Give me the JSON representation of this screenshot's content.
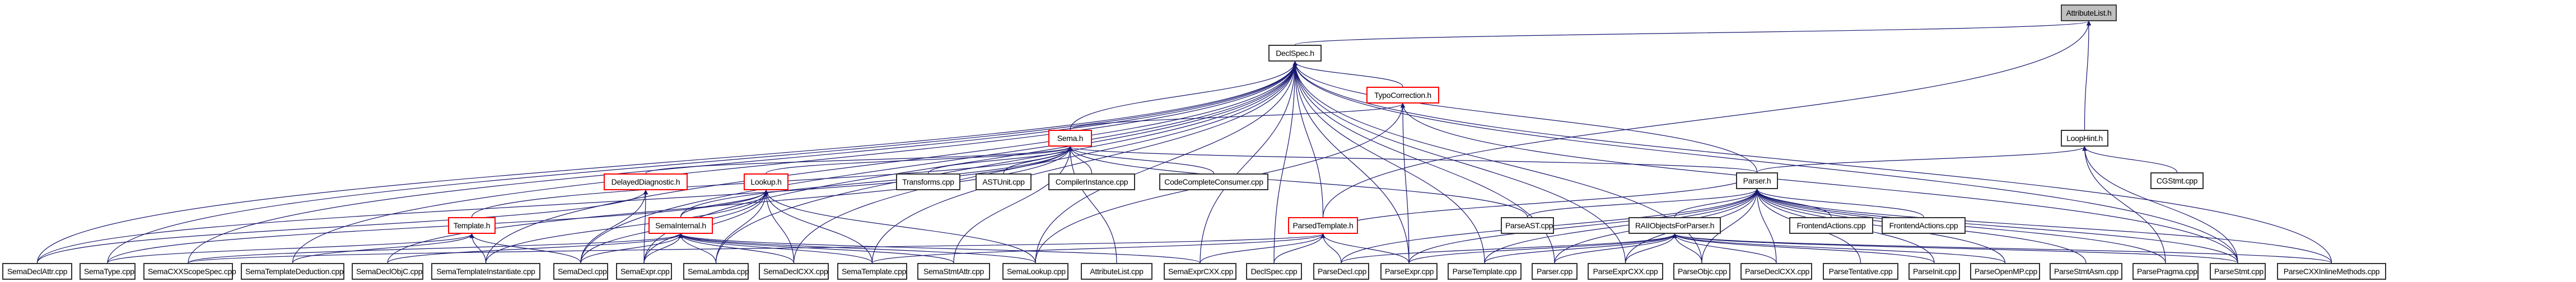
{
  "title": "AttributeList.h include dependency graph",
  "colors": {
    "edge": "#191970",
    "node_border": "#333333",
    "truncated_border": "#ff0000",
    "root_fill": "#bfbfbf"
  },
  "nodes": [
    {
      "id": "AttributeList_h",
      "label": "AttributeList.h",
      "style": "root"
    },
    {
      "id": "DeclSpec_h",
      "label": "DeclSpec.h",
      "style": "normal"
    },
    {
      "id": "TypoCorrection_h",
      "label": "TypoCorrection.h",
      "style": "red"
    },
    {
      "id": "LoopHint_h",
      "label": "LoopHint.h",
      "style": "normal"
    },
    {
      "id": "Sema_h",
      "label": "Sema.h",
      "style": "red"
    },
    {
      "id": "Parser_h",
      "label": "Parser.h",
      "style": "normal"
    },
    {
      "id": "CGStmt_cpp",
      "label": "CGStmt.cpp",
      "style": "normal"
    },
    {
      "id": "DelayedDiagnostic_h",
      "label": "DelayedDiagnostic.h",
      "style": "red"
    },
    {
      "id": "Lookup_h",
      "label": "Lookup.h",
      "style": "red"
    },
    {
      "id": "Transforms_cpp",
      "label": "Transforms.cpp",
      "style": "normal"
    },
    {
      "id": "ASTUnit_cpp",
      "label": "ASTUnit.cpp",
      "style": "normal"
    },
    {
      "id": "CompilerInstance_cpp",
      "label": "CompilerInstance.cpp",
      "style": "normal"
    },
    {
      "id": "CodeCompleteConsumer_cpp",
      "label": "CodeCompleteConsumer.cpp",
      "style": "normal"
    },
    {
      "id": "FrontendActions_cpp_1",
      "label": "FrontendActions.cpp",
      "style": "normal"
    },
    {
      "id": "FrontendActions_cpp_2",
      "label": "FrontendActions.cpp",
      "style": "normal"
    },
    {
      "id": "Template_h",
      "label": "Template.h",
      "style": "red"
    },
    {
      "id": "SemaInternal_h",
      "label": "SemaInternal.h",
      "style": "red"
    },
    {
      "id": "ParsedTemplate_h",
      "label": "ParsedTemplate.h",
      "style": "red"
    },
    {
      "id": "ParseAST_cpp",
      "label": "ParseAST.cpp",
      "style": "normal"
    },
    {
      "id": "RAIIObjectsForParser_h",
      "label": "RAIIObjectsForParser.h",
      "style": "normal"
    },
    {
      "id": "SemaDeclAttr_cpp",
      "label": "SemaDeclAttr.cpp",
      "style": "normal"
    },
    {
      "id": "SemaType_cpp",
      "label": "SemaType.cpp",
      "style": "normal"
    },
    {
      "id": "SemaCXXScopeSpec_cpp",
      "label": "SemaCXXScopeSpec.cpp",
      "style": "normal"
    },
    {
      "id": "SemaTemplateDeduction_cpp",
      "label": "SemaTemplateDeduction.cpp",
      "style": "normal"
    },
    {
      "id": "SemaDeclObjC_cpp",
      "label": "SemaDeclObjC.cpp",
      "style": "normal"
    },
    {
      "id": "SemaTemplateInstantiate_cpp",
      "label": "SemaTemplateInstantiate.cpp",
      "style": "normal"
    },
    {
      "id": "SemaDecl_cpp",
      "label": "SemaDecl.cpp",
      "style": "normal"
    },
    {
      "id": "SemaExpr_cpp",
      "label": "SemaExpr.cpp",
      "style": "normal"
    },
    {
      "id": "SemaLambda_cpp",
      "label": "SemaLambda.cpp",
      "style": "normal"
    },
    {
      "id": "SemaDeclCXX_cpp",
      "label": "SemaDeclCXX.cpp",
      "style": "normal"
    },
    {
      "id": "SemaTemplate_cpp",
      "label": "SemaTemplate.cpp",
      "style": "normal"
    },
    {
      "id": "SemaStmtAttr_cpp",
      "label": "SemaStmtAttr.cpp",
      "style": "normal"
    },
    {
      "id": "SemaLookup_cpp",
      "label": "SemaLookup.cpp",
      "style": "normal"
    },
    {
      "id": "AttributeList_cpp",
      "label": "AttributeList.cpp",
      "style": "normal"
    },
    {
      "id": "SemaExprCXX_cpp",
      "label": "SemaExprCXX.cpp",
      "style": "normal"
    },
    {
      "id": "DeclSpec_cpp",
      "label": "DeclSpec.cpp",
      "style": "normal"
    },
    {
      "id": "ParseDecl_cpp",
      "label": "ParseDecl.cpp",
      "style": "normal"
    },
    {
      "id": "ParseExpr_cpp",
      "label": "ParseExpr.cpp",
      "style": "normal"
    },
    {
      "id": "ParseTemplate_cpp",
      "label": "ParseTemplate.cpp",
      "style": "normal"
    },
    {
      "id": "Parser_cpp",
      "label": "Parser.cpp",
      "style": "normal"
    },
    {
      "id": "ParseExprCXX_cpp",
      "label": "ParseExprCXX.cpp",
      "style": "normal"
    },
    {
      "id": "ParseObjc_cpp",
      "label": "ParseObjc.cpp",
      "style": "normal"
    },
    {
      "id": "ParseDeclCXX_cpp",
      "label": "ParseDeclCXX.cpp",
      "style": "normal"
    },
    {
      "id": "ParseTentative_cpp",
      "label": "ParseTentative.cpp",
      "style": "normal"
    },
    {
      "id": "ParseInit_cpp",
      "label": "ParseInit.cpp",
      "style": "normal"
    },
    {
      "id": "ParseOpenMP_cpp",
      "label": "ParseOpenMP.cpp",
      "style": "normal"
    },
    {
      "id": "ParseStmtAsm_cpp",
      "label": "ParseStmtAsm.cpp",
      "style": "normal"
    },
    {
      "id": "ParsePragma_cpp",
      "label": "ParsePragma.cpp",
      "style": "normal"
    },
    {
      "id": "ParseStmt_cpp",
      "label": "ParseStmt.cpp",
      "style": "normal"
    },
    {
      "id": "ParseCXXInlineMethods_cpp",
      "label": "ParseCXXInlineMethods.cpp",
      "style": "normal"
    }
  ],
  "edges": [
    [
      "DeclSpec_h",
      "AttributeList_h"
    ],
    [
      "ParsedTemplate_h",
      "AttributeList_h"
    ],
    [
      "LoopHint_h",
      "AttributeList_h"
    ],
    [
      "TypoCorrection_h",
      "DeclSpec_h"
    ],
    [
      "Sema_h",
      "DeclSpec_h"
    ],
    [
      "ParsedTemplate_h",
      "DeclSpec_h"
    ],
    [
      "Parser_h",
      "DeclSpec_h"
    ],
    [
      "SemaDeclAttr_cpp",
      "DeclSpec_h"
    ],
    [
      "SemaType_cpp",
      "DeclSpec_h"
    ],
    [
      "SemaCXXScopeSpec_cpp",
      "DeclSpec_h"
    ],
    [
      "SemaTemplateDeduction_cpp",
      "DeclSpec_h"
    ],
    [
      "SemaTemplateInstantiate_cpp",
      "DeclSpec_h"
    ],
    [
      "SemaDecl_cpp",
      "DeclSpec_h"
    ],
    [
      "SemaExpr_cpp",
      "DeclSpec_h"
    ],
    [
      "SemaLambda_cpp",
      "DeclSpec_h"
    ],
    [
      "SemaDeclCXX_cpp",
      "DeclSpec_h"
    ],
    [
      "SemaTemplate_cpp",
      "DeclSpec_h"
    ],
    [
      "SemaLookup_cpp",
      "DeclSpec_h"
    ],
    [
      "SemaExprCXX_cpp",
      "DeclSpec_h"
    ],
    [
      "DeclSpec_cpp",
      "DeclSpec_h"
    ],
    [
      "ParseExpr_cpp",
      "DeclSpec_h"
    ],
    [
      "ParseTemplate_cpp",
      "DeclSpec_h"
    ],
    [
      "Parser_cpp",
      "DeclSpec_h"
    ],
    [
      "ParseExprCXX_cpp",
      "DeclSpec_h"
    ],
    [
      "ParseObjc_cpp",
      "DeclSpec_h"
    ],
    [
      "ParseStmt_cpp",
      "DeclSpec_h"
    ],
    [
      "ParseCXXInlineMethods_cpp",
      "DeclSpec_h"
    ],
    [
      "Sema_h",
      "TypoCorrection_h"
    ],
    [
      "SemaLookup_cpp",
      "TypoCorrection_h"
    ],
    [
      "ParseExpr_cpp",
      "TypoCorrection_h"
    ],
    [
      "ParseStmt_cpp",
      "TypoCorrection_h"
    ],
    [
      "Parser_h",
      "LoopHint_h"
    ],
    [
      "CGStmt_cpp",
      "LoopHint_h"
    ],
    [
      "ParseStmt_cpp",
      "LoopHint_h"
    ],
    [
      "ParsePragma_cpp",
      "LoopHint_h"
    ],
    [
      "DelayedDiagnostic_h",
      "Sema_h"
    ],
    [
      "Lookup_h",
      "Sema_h"
    ],
    [
      "Transforms_cpp",
      "Sema_h"
    ],
    [
      "ASTUnit_cpp",
      "Sema_h"
    ],
    [
      "CompilerInstance_cpp",
      "Sema_h"
    ],
    [
      "CodeCompleteConsumer_cpp",
      "Sema_h"
    ],
    [
      "Template_h",
      "Sema_h"
    ],
    [
      "SemaInternal_h",
      "Sema_h"
    ],
    [
      "ParseAST_cpp",
      "Sema_h"
    ],
    [
      "Parser_h",
      "Sema_h"
    ],
    [
      "SemaDeclAttr_cpp",
      "Sema_h"
    ],
    [
      "SemaStmtAttr_cpp",
      "Sema_h"
    ],
    [
      "AttributeList_cpp",
      "Sema_h"
    ],
    [
      "SemaDeclObjC_cpp",
      "Sema_h"
    ],
    [
      "SemaInternal_h",
      "Lookup_h"
    ],
    [
      "SemaDecl_cpp",
      "Lookup_h"
    ],
    [
      "SemaExpr_cpp",
      "Lookup_h"
    ],
    [
      "SemaLambda_cpp",
      "Lookup_h"
    ],
    [
      "SemaDeclCXX_cpp",
      "Lookup_h"
    ],
    [
      "SemaTemplate_cpp",
      "Lookup_h"
    ],
    [
      "SemaLookup_cpp",
      "Lookup_h"
    ],
    [
      "SemaTemplateInstantiate_cpp",
      "Lookup_h"
    ],
    [
      "SemaType_cpp",
      "Lookup_h"
    ],
    [
      "SemaDeclAttr_cpp",
      "DelayedDiagnostic_h"
    ],
    [
      "SemaDecl_cpp",
      "DelayedDiagnostic_h"
    ],
    [
      "SemaExpr_cpp",
      "DelayedDiagnostic_h"
    ],
    [
      "SemaType_cpp",
      "Template_h"
    ],
    [
      "SemaTemplateDeduction_cpp",
      "Template_h"
    ],
    [
      "SemaTemplateInstantiate_cpp",
      "Template_h"
    ],
    [
      "SemaDecl_cpp",
      "Template_h"
    ],
    [
      "SemaCXXScopeSpec_cpp",
      "SemaInternal_h"
    ],
    [
      "SemaDeclObjC_cpp",
      "SemaInternal_h"
    ],
    [
      "SemaDecl_cpp",
      "SemaInternal_h"
    ],
    [
      "SemaExpr_cpp",
      "SemaInternal_h"
    ],
    [
      "SemaLambda_cpp",
      "SemaInternal_h"
    ],
    [
      "SemaDeclCXX_cpp",
      "SemaInternal_h"
    ],
    [
      "SemaTemplate_cpp",
      "SemaInternal_h"
    ],
    [
      "SemaLookup_cpp",
      "SemaInternal_h"
    ],
    [
      "SemaExprCXX_cpp",
      "SemaInternal_h"
    ],
    [
      "SemaStmtAttr_cpp",
      "SemaInternal_h"
    ],
    [
      "Parser_h",
      "ParsedTemplate_h"
    ],
    [
      "SemaExprCXX_cpp",
      "ParsedTemplate_h"
    ],
    [
      "DeclSpec_cpp",
      "ParsedTemplate_h"
    ],
    [
      "ParseDecl_cpp",
      "ParsedTemplate_h"
    ],
    [
      "ParseExpr_cpp",
      "ParsedTemplate_h"
    ],
    [
      "SemaTemplate_cpp",
      "ParsedTemplate_h"
    ],
    [
      "SemaCXXScopeSpec_cpp",
      "ParsedTemplate_h"
    ],
    [
      "ParseAST_cpp",
      "Parser_h"
    ],
    [
      "RAIIObjectsForParser_h",
      "Parser_h"
    ],
    [
      "FrontendActions_cpp_1",
      "Parser_h"
    ],
    [
      "FrontendActions_cpp_2",
      "Parser_h"
    ],
    [
      "ParseDecl_cpp",
      "Parser_h"
    ],
    [
      "ParseExpr_cpp",
      "Parser_h"
    ],
    [
      "ParseTemplate_cpp",
      "Parser_h"
    ],
    [
      "Parser_cpp",
      "Parser_h"
    ],
    [
      "ParseExprCXX_cpp",
      "Parser_h"
    ],
    [
      "ParseObjc_cpp",
      "Parser_h"
    ],
    [
      "ParseDeclCXX_cpp",
      "Parser_h"
    ],
    [
      "ParseTentative_cpp",
      "Parser_h"
    ],
    [
      "ParseInit_cpp",
      "Parser_h"
    ],
    [
      "ParseOpenMP_cpp",
      "Parser_h"
    ],
    [
      "ParseStmtAsm_cpp",
      "Parser_h"
    ],
    [
      "ParsePragma_cpp",
      "Parser_h"
    ],
    [
      "ParseStmt_cpp",
      "Parser_h"
    ],
    [
      "ParseCXXInlineMethods_cpp",
      "Parser_h"
    ],
    [
      "ParseDecl_cpp",
      "RAIIObjectsForParser_h"
    ],
    [
      "ParseExpr_cpp",
      "RAIIObjectsForParser_h"
    ],
    [
      "ParseTemplate_cpp",
      "RAIIObjectsForParser_h"
    ],
    [
      "Parser_cpp",
      "RAIIObjectsForParser_h"
    ],
    [
      "ParseExprCXX_cpp",
      "RAIIObjectsForParser_h"
    ],
    [
      "ParseObjc_cpp",
      "RAIIObjectsForParser_h"
    ],
    [
      "ParseDeclCXX_cpp",
      "RAIIObjectsForParser_h"
    ],
    [
      "ParseInit_cpp",
      "RAIIObjectsForParser_h"
    ],
    [
      "ParseStmt_cpp",
      "RAIIObjectsForParser_h"
    ],
    [
      "ParseCXXInlineMethods_cpp",
      "RAIIObjectsForParser_h"
    ],
    [
      "ParseOpenMP_cpp",
      "RAIIObjectsForParser_h"
    ]
  ]
}
